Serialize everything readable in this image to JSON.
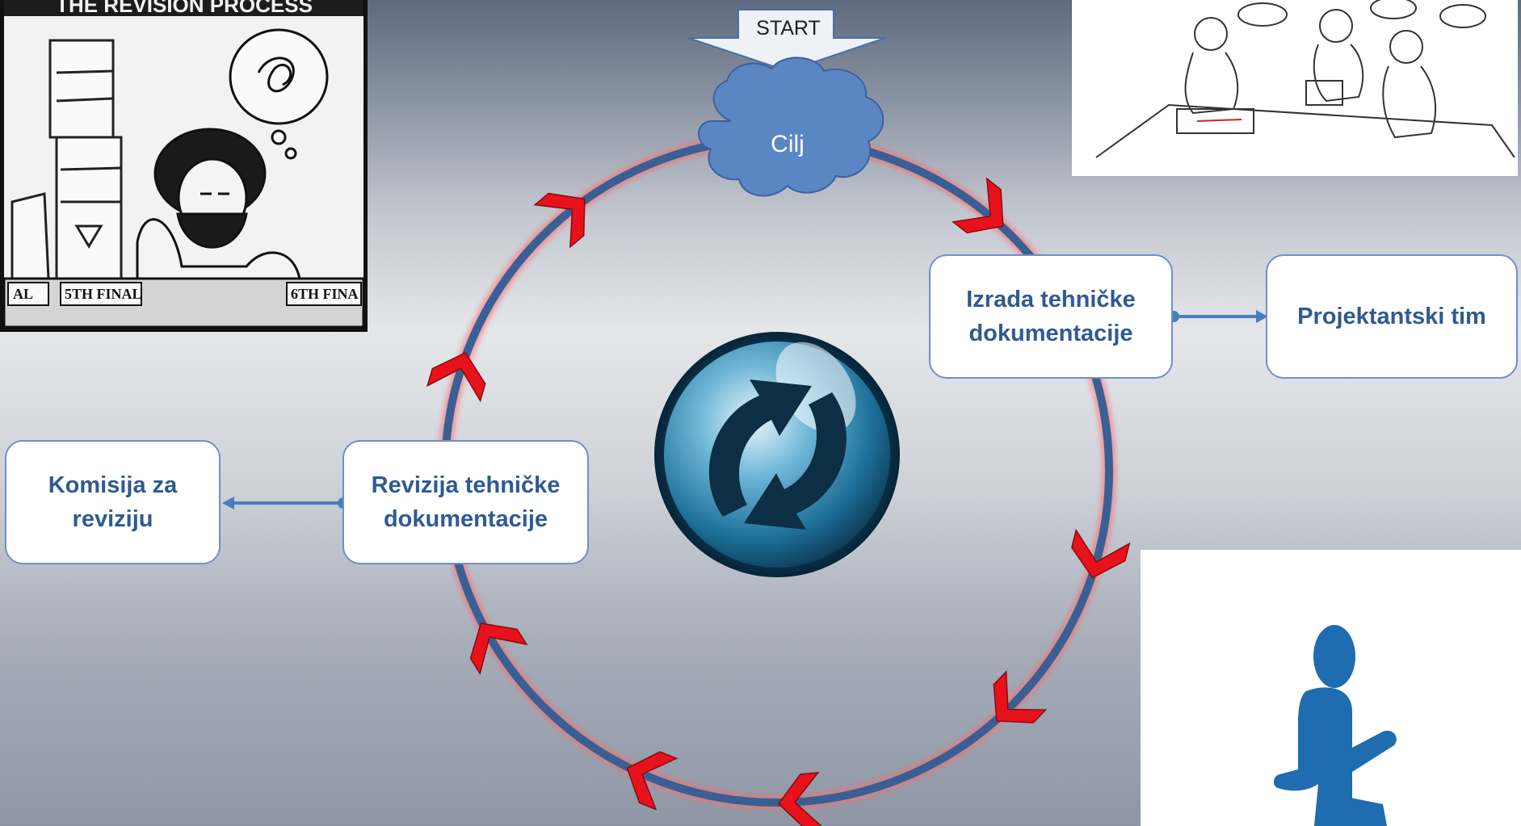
{
  "start": {
    "label": "START"
  },
  "goal": {
    "label": "Cilj"
  },
  "nodes": {
    "drafting": {
      "label": "Izrada tehničke dokumentacije"
    },
    "design_team": {
      "label": "Projektantski tim"
    },
    "revision": {
      "label": "Revizija tehničke dokumentacije"
    },
    "commission": {
      "label": "Komisija za reviziju"
    }
  },
  "comic": {
    "title": "THE REVISION PROCESS",
    "folder_labels": [
      "AL",
      "5TH FINAL",
      "6TH FINA"
    ]
  },
  "icons": {
    "cycle": "refresh-cycle-icon",
    "person": "walking-person-icon",
    "meeting": "team-meeting-illustration",
    "goal": "cloud-shape"
  },
  "colors": {
    "circle": "#3a5f94",
    "circle_glow": "#ff5a5a",
    "chevrons": "#e8121c",
    "box_text": "#2f5a92",
    "cloud": "#5b86c4",
    "person": "#1f6cb0"
  }
}
